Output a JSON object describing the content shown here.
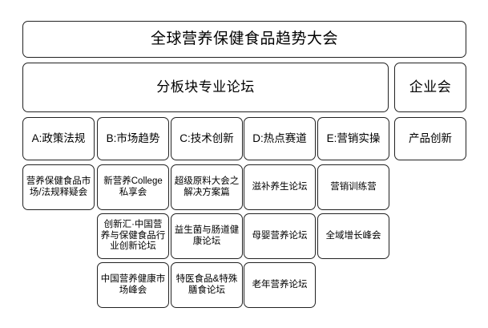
{
  "diagram": {
    "type": "conference-agenda-tree",
    "main_title": "全球营养保健食品趋势大会",
    "tracks_header": "分板块专业论坛",
    "enterprise_header": "企业会",
    "columns": [
      {
        "key": "A",
        "label": "A:政策法规",
        "sessions": [
          "营养保健食品市场/法规释疑会"
        ]
      },
      {
        "key": "B",
        "label": "B:市场趋势",
        "sessions": [
          "新营养College私享会",
          "创新汇·中国营养与保健食品行业创新论坛",
          "中国营养健康市场峰会"
        ]
      },
      {
        "key": "C",
        "label": "C:技术创新",
        "sessions": [
          "超级原料大会之解决方案篇",
          "益生菌与肠道健康论坛",
          "特医食品&特殊膳食论坛"
        ]
      },
      {
        "key": "D",
        "label": "D:热点赛道",
        "sessions": [
          "滋补养生论坛",
          "母婴营养论坛",
          "老年营养论坛"
        ]
      },
      {
        "key": "E",
        "label": "E:营销实操",
        "sessions": [
          "营销训练营",
          "全域增长峰会"
        ]
      }
    ],
    "enterprise_column": {
      "label": "产品创新",
      "sessions": []
    },
    "colors": {
      "border": "#222222",
      "background": "#ffffff",
      "text": "#000000"
    }
  }
}
